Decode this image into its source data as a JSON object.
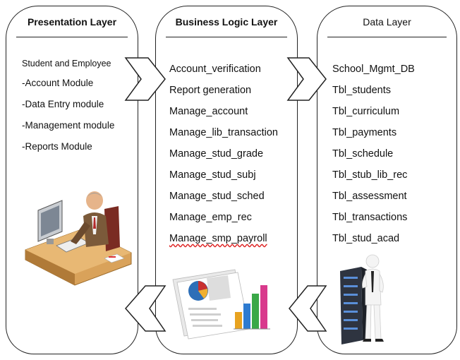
{
  "presentation": {
    "title": "Presentation Layer",
    "items": [
      "Student and Employee",
      "-Account Module",
      "-Data Entry module",
      "-Management module",
      "-Reports Module"
    ]
  },
  "business": {
    "title": "Business Logic Layer",
    "items": [
      "Account_verification",
      "Report generation",
      "Manage_account",
      "Manage_lib_transaction",
      "Manage_stud_grade",
      "Manage_stud_subj",
      "Manage_stud_sched",
      "Manage_emp_rec",
      "Manage_smp_payroll"
    ]
  },
  "data": {
    "title": "Data Layer",
    "items": [
      "School_Mgmt_DB",
      "Tbl_students",
      "Tbl_curriculum",
      "Tbl_payments",
      "Tbl_schedule",
      "Tbl_stub_lib_rec",
      "Tbl_assessment",
      "Tbl_transactions",
      "Tbl_stud_acad"
    ]
  }
}
